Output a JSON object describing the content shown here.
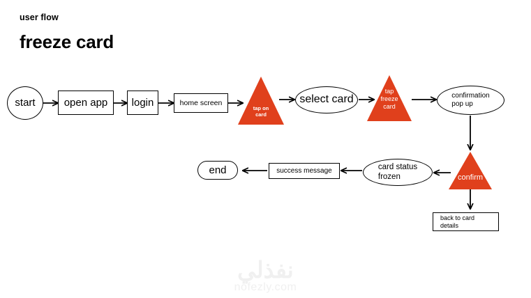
{
  "header": {
    "eyebrow": "user flow",
    "title": "freeze card"
  },
  "palette": {
    "accent": "#e0401c",
    "stroke": "#000000",
    "background": "#ffffff",
    "watermark": "#f0f0f0"
  },
  "flow": {
    "nodes": [
      {
        "id": "start",
        "shape": "ellipse",
        "label": "start",
        "lines": [
          "start"
        ]
      },
      {
        "id": "open-app",
        "shape": "rect",
        "label": "open app",
        "lines": [
          "open app"
        ]
      },
      {
        "id": "login",
        "shape": "rect",
        "label": "login",
        "lines": [
          "login"
        ]
      },
      {
        "id": "home-screen",
        "shape": "rect",
        "label": "home screen",
        "lines": [
          "home screen"
        ]
      },
      {
        "id": "tap-on-card",
        "shape": "triangle",
        "label": "tap on card",
        "lines": [
          "tap on",
          "card"
        ]
      },
      {
        "id": "select-card",
        "shape": "ellipse",
        "label": "select card",
        "lines": [
          "select card"
        ]
      },
      {
        "id": "tap-freeze-card",
        "shape": "triangle",
        "label": "tap freeze card",
        "lines": [
          "tap",
          "freeze",
          "card"
        ]
      },
      {
        "id": "confirmation-pop-up",
        "shape": "ellipse",
        "label": "confirmation pop up",
        "lines": [
          "confirmation",
          "pop up"
        ]
      },
      {
        "id": "confirm",
        "shape": "triangle",
        "label": "confirm",
        "lines": [
          "confirm"
        ]
      },
      {
        "id": "back-to-card-details",
        "shape": "rect",
        "label": "back to card details",
        "lines": [
          "back to card",
          "details"
        ]
      },
      {
        "id": "card-status-frozen",
        "shape": "ellipse",
        "label": "card status frozen",
        "lines": [
          "card status",
          "frozen"
        ]
      },
      {
        "id": "success-message",
        "shape": "rect",
        "label": "success message",
        "lines": [
          "success message"
        ]
      },
      {
        "id": "end",
        "shape": "rounded",
        "label": "end",
        "lines": [
          "end"
        ]
      }
    ],
    "edges": [
      {
        "from": "start",
        "to": "open-app",
        "direction": "right"
      },
      {
        "from": "open-app",
        "to": "login",
        "direction": "right"
      },
      {
        "from": "login",
        "to": "home-screen",
        "direction": "right"
      },
      {
        "from": "home-screen",
        "to": "tap-on-card",
        "direction": "right"
      },
      {
        "from": "tap-on-card",
        "to": "select-card",
        "direction": "right"
      },
      {
        "from": "select-card",
        "to": "tap-freeze-card",
        "direction": "right"
      },
      {
        "from": "tap-freeze-card",
        "to": "confirmation-pop-up",
        "direction": "right"
      },
      {
        "from": "confirmation-pop-up",
        "to": "confirm",
        "direction": "down"
      },
      {
        "from": "confirm",
        "to": "card-status-frozen",
        "direction": "left"
      },
      {
        "from": "confirm",
        "to": "back-to-card-details",
        "direction": "down"
      },
      {
        "from": "card-status-frozen",
        "to": "success-message",
        "direction": "left"
      },
      {
        "from": "success-message",
        "to": "end",
        "direction": "left"
      }
    ]
  },
  "watermark": {
    "arabic": "نفذلي",
    "latin": "nofezly.com"
  }
}
